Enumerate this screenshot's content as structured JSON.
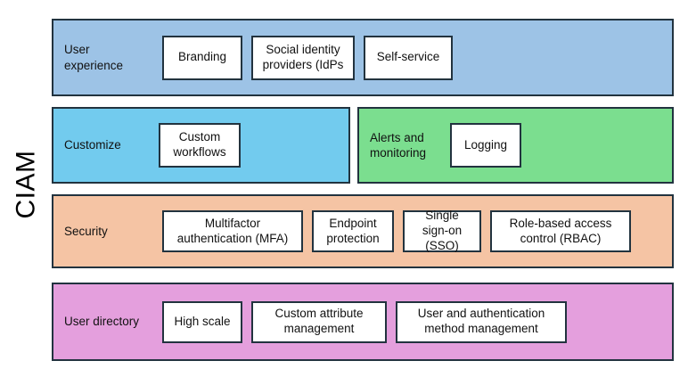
{
  "diagram": {
    "axis_label": "CIAM",
    "layers": [
      {
        "id": "user-experience",
        "label": "User experience",
        "color": "#9dc3e6",
        "items": [
          "Branding",
          "Social identity providers (IdPs",
          "Self-service"
        ]
      },
      {
        "id": "customize",
        "label": "Customize",
        "color": "#72cbee",
        "items": [
          "Custom workflows"
        ]
      },
      {
        "id": "alerts-and-monitoring",
        "label": "Alerts and monitoring",
        "color": "#7bde8f",
        "items": [
          "Logging"
        ]
      },
      {
        "id": "security",
        "label": "Security",
        "color": "#f5c4a4",
        "items": [
          "Multifactor authentication (MFA)",
          "Endpoint protection",
          "Single sign-on (SSO)",
          "Role-based access control (RBAC)"
        ]
      },
      {
        "id": "user-directory",
        "label": "User directory",
        "color": "#e49fdd",
        "items": [
          "High scale",
          "Custom attribute management",
          "User and authentication method management"
        ]
      }
    ],
    "colors": {
      "border": "#22333f",
      "chip_background": "#ffffff",
      "page_background": "#ffffff",
      "text": "#111111"
    }
  }
}
